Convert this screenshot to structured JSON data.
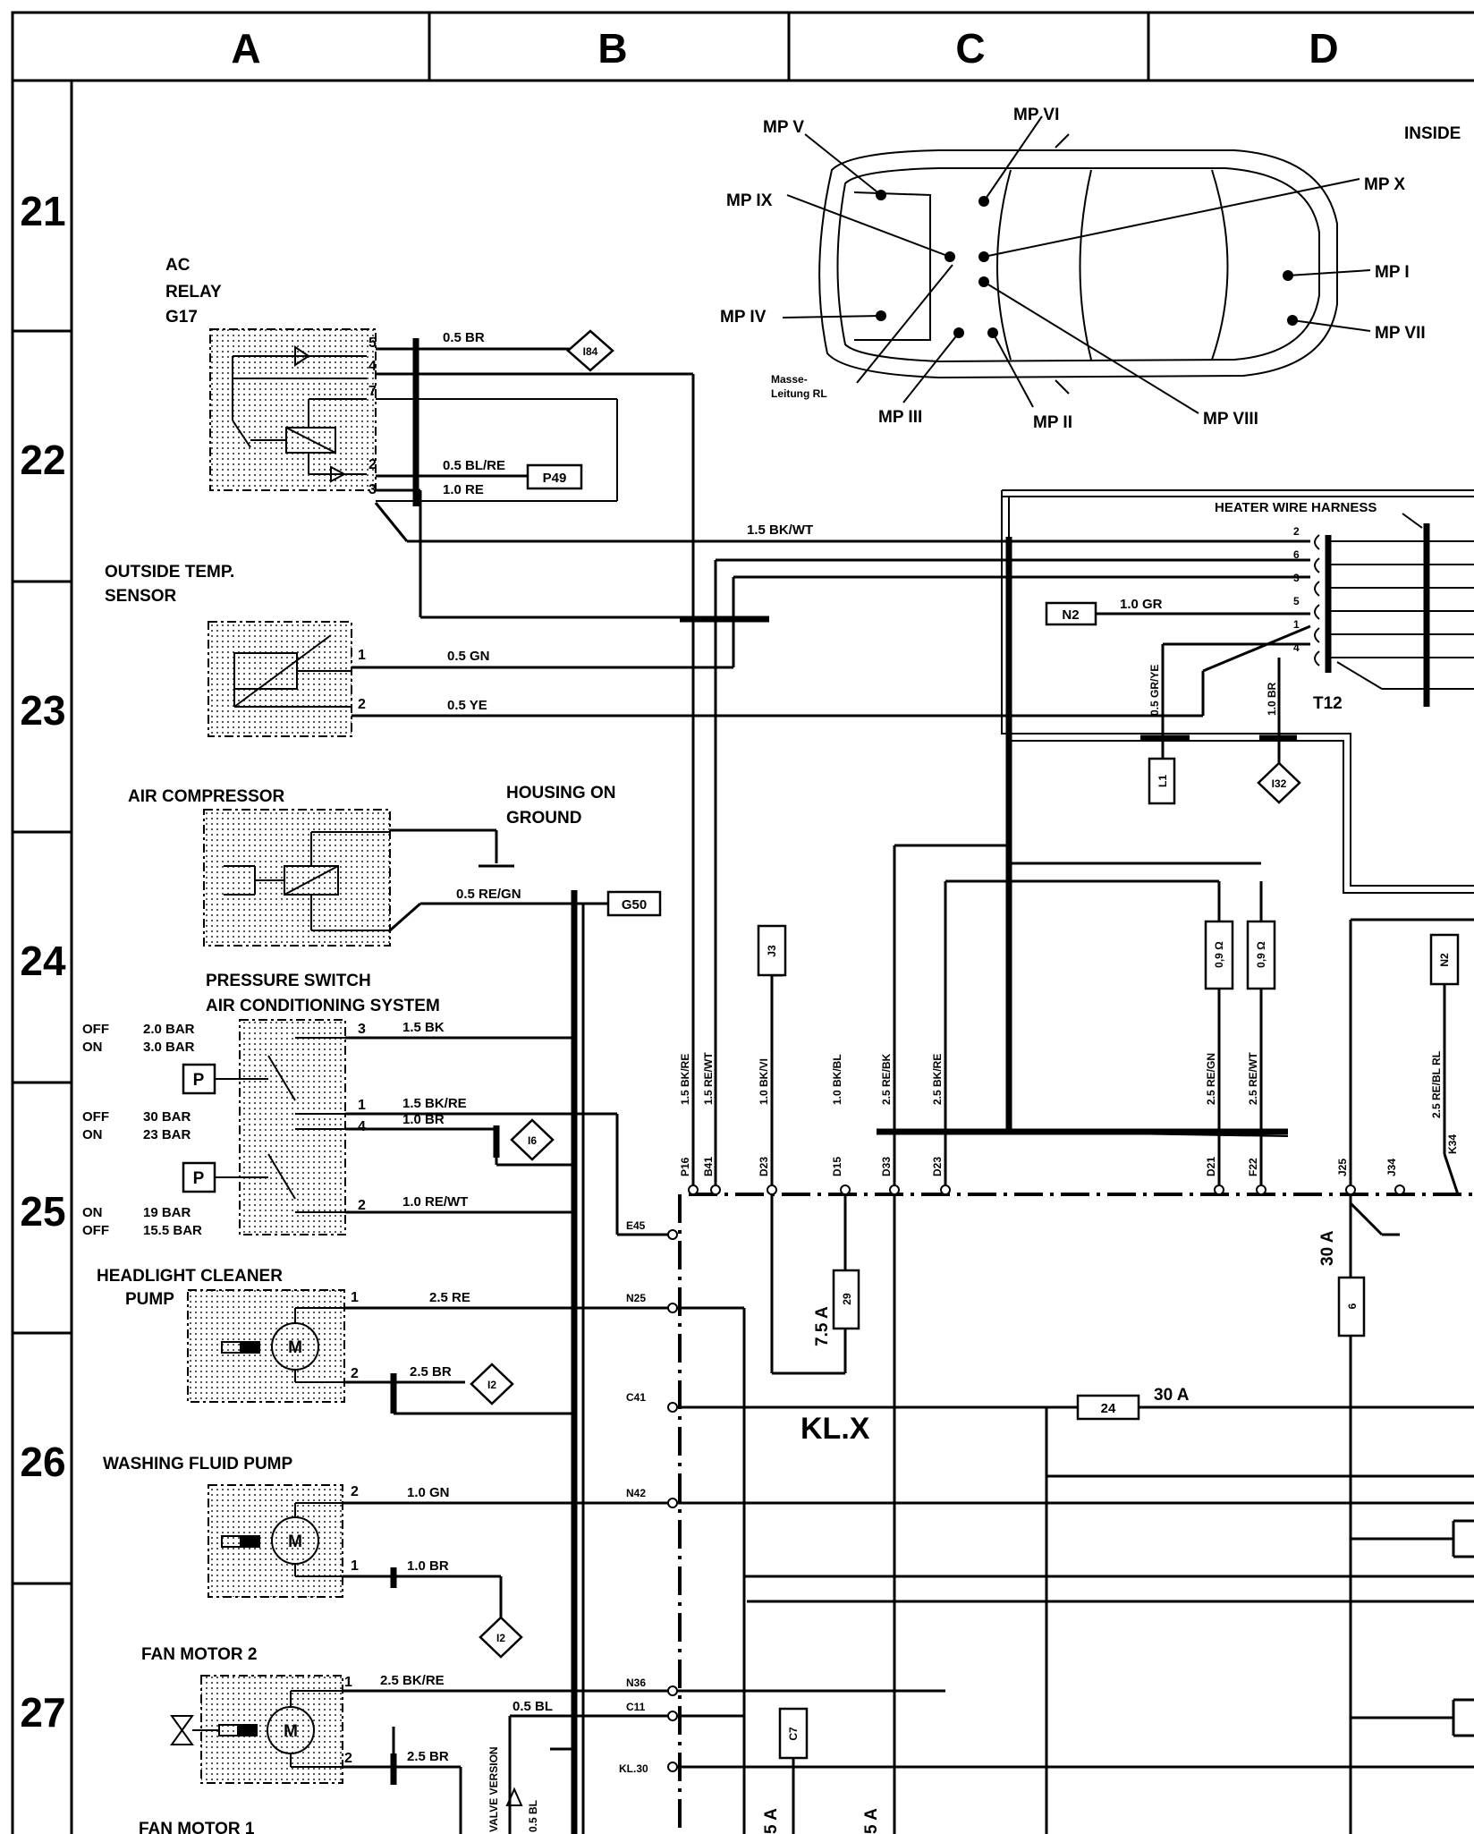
{
  "columns": [
    "A",
    "B",
    "C",
    "D"
  ],
  "rows": [
    "21",
    "22",
    "23",
    "24",
    "25",
    "26",
    "27"
  ],
  "components": {
    "ac_relay": [
      "AC",
      "RELAY",
      "G17"
    ],
    "outside_temp_sensor": [
      "OUTSIDE TEMP.",
      "SENSOR"
    ],
    "air_compressor": "AIR COMPRESSOR",
    "housing_on_ground": [
      "HOUSING ON",
      "GROUND"
    ],
    "pressure_switch": [
      "PRESSURE SWITCH",
      "AIR CONDITIONING SYSTEM"
    ],
    "headlight_cleaner_pump": [
      "HEADLIGHT CLEANER",
      "PUMP"
    ],
    "washing_fluid_pump": "WASHING FLUID PUMP",
    "fan_motor_2": "FAN MOTOR 2",
    "fan_motor_1": "FAN MOTOR 1",
    "heater_wire_harness": "HEATER WIRE HARNESS",
    "inside": "INSIDE",
    "valve_version": "VALVE VERSION"
  },
  "pressure_settings": [
    {
      "state1": "OFF",
      "state2": "ON",
      "val1": "2.0 BAR",
      "val2": "3.0 BAR"
    },
    {
      "state1": "OFF",
      "state2": "ON",
      "val1": "30 BAR",
      "val2": "23 BAR"
    },
    {
      "state1": "ON",
      "state2": "OFF",
      "val1": "19 BAR",
      "val2": "15.5 BAR"
    }
  ],
  "ground_points": {
    "mp_v": "MP V",
    "mp_vi": "MP VI",
    "mp_ix": "MP IX",
    "mp_x": "MP X",
    "mp_i": "MP I",
    "mp_iv": "MP IV",
    "mp_vii": "MP VII",
    "mp_iii": "MP III",
    "mp_ii": "MP II",
    "mp_viii": "MP VIII",
    "masse": [
      "Masse-",
      "Leitung RL"
    ]
  },
  "wires": {
    "relay_5": "0.5 BR",
    "relay_2": "0.5 BL/RE",
    "relay_3": "1.0 RE",
    "bk_wt_15": "1.5 BK/WT",
    "gr_10": "1.0 GR",
    "gn_05": "0.5 GN",
    "ye_05": "0.5 YE",
    "gr_ye_05": "0.5 GR/YE",
    "br_10v": "1.0 BR",
    "re_gn_05": "0.5 RE/GN",
    "bk_15": "1.5 BK",
    "bk_re_15": "1.5 BK/RE",
    "br_10": "1.0 BR",
    "re_wt_10": "1.0 RE/WT",
    "re_25": "2.5 RE",
    "br_25": "2.5 BR",
    "gn_10": "1.0 GN",
    "br_10b": "1.0 BR",
    "bk_re_25": "2.5 BK/RE",
    "bl_05": "0.5 BL",
    "br_25b": "2.5 BR",
    "v_bk_re_15": "1.5 BK/RE",
    "v_re_wt_15": "1.5 RE/WT",
    "v_bk_vi_10": "1.0 BK/VI",
    "v_bk_bl_10": "1.0 BK/BL",
    "v_re_bk_25": "2.5 RE/BK",
    "v_bk_re_25": "2.5 BK/RE",
    "v_re_gn_25": "2.5 RE/GN",
    "v_re_wt_25": "2.5 RE/WT",
    "v_re_bl_25": "2.5 RE/BL RL",
    "v_bl_05": "0.5 BL"
  },
  "connectors": {
    "p16": "P16",
    "b41": "B41",
    "d23a": "D23",
    "d15": "D15",
    "d33": "D33",
    "d23b": "D23",
    "d21": "D21",
    "f22": "F22",
    "j25": "J25",
    "j34": "J34",
    "k34": "K34",
    "e45": "E45",
    "n25": "N25",
    "c41": "C41",
    "n42": "N42",
    "n36": "N36",
    "c11": "C11",
    "kl30": "KL.30",
    "t12": "T12"
  },
  "tags": {
    "i84": "I84",
    "p49": "P49",
    "n2a": "N2",
    "l1": "L1",
    "i32": "I32",
    "g50": "G50",
    "j3": "J3",
    "n2b": "N2",
    "i6": "I6",
    "i2a": "I2",
    "i2b": "I2",
    "c7": "C7"
  },
  "resistors": {
    "r1": "0,9 Ω",
    "r2": "0,9 Ω"
  },
  "fuses": {
    "f29": {
      "num": "29",
      "amp": "7.5 A"
    },
    "f6": {
      "num": "6",
      "amp": "30 A"
    },
    "f24": {
      "num": "24",
      "amp": "30 A"
    },
    "fb1": "5 A",
    "fb2": "5 A"
  },
  "terminal": "KL.X",
  "harness_pins": [
    "2",
    "6",
    "3",
    "5",
    "1",
    "4"
  ],
  "pins": {
    "relay": [
      "5",
      "4",
      "7",
      "2",
      "3"
    ],
    "sensor": [
      "1",
      "2"
    ],
    "switch": [
      "3",
      "1",
      "4",
      "2"
    ],
    "pump": [
      "1",
      "2"
    ],
    "wash": [
      "2",
      "1"
    ],
    "fan": [
      "1",
      "2"
    ],
    "p_symbol": "P"
  }
}
